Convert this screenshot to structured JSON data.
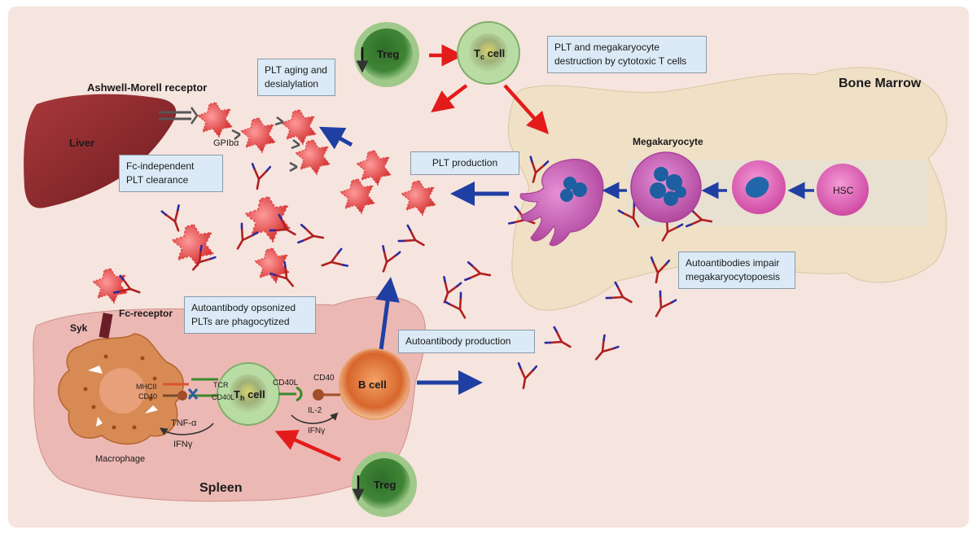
{
  "colors": {
    "background": "#f6e4de",
    "liver": "#8e2a2e",
    "spleen": "#ecb8b4",
    "bone_marrow": "#efe0c6",
    "platelet": "#e04848",
    "arrow_red": "#e41b1b",
    "arrow_blue": "#1f3fa3",
    "megakaryocyte": "#c659b6",
    "treg": "#3e7b35",
    "tc_cell": "#a9d48e",
    "b_cell": "#e07a3a",
    "macrophage": "#d88a55"
  },
  "organs": {
    "liver": "Liver",
    "spleen": "Spleen",
    "bone_marrow": "Bone Marrow"
  },
  "cells": {
    "treg_top": "Treg",
    "treg_bottom": "Treg",
    "tc_main": "T",
    "tc_sub": "c",
    "tc_suffix": " cell",
    "th_main": "T",
    "th_sub": "h",
    "th_suffix": " cell",
    "b_cell": "B cell",
    "hsc": "HSC",
    "megakaryocyte": "Megakaryocyte",
    "macrophage": "Macrophage"
  },
  "labels": {
    "ashwell": "Ashwell-Morell receptor",
    "gpib": "GPIbα",
    "syk": "Syk",
    "fc_receptor": "Fc-receptor",
    "mhcii": "MHCII",
    "cd40_mac": "CD40",
    "tcr": "TCR",
    "cd40l_th": "CD40L",
    "cd40l_b": "CD40L",
    "cd40_b": "CD40",
    "tnf": "TNF-α",
    "ifn_mac": "IFNγ",
    "il2": "IL-2",
    "ifn_b": "IFNγ"
  },
  "boxes": {
    "plt_aging": [
      "PLT aging and",
      "desialylation"
    ],
    "fc_independent": [
      "Fc-independent",
      "PLT clearance"
    ],
    "tc_destruction": [
      "PLT and megakaryocyte",
      "destruction by cytotoxic T cells"
    ],
    "plt_production": [
      "PLT production"
    ],
    "autoab_impair": [
      "Autoantibodies impair",
      "megakaryocytopoesis"
    ],
    "opsonized": [
      "Autoantibody opsonized",
      "PLTs are phagocytized"
    ],
    "autoab_production": [
      "Autoantibody production"
    ]
  }
}
